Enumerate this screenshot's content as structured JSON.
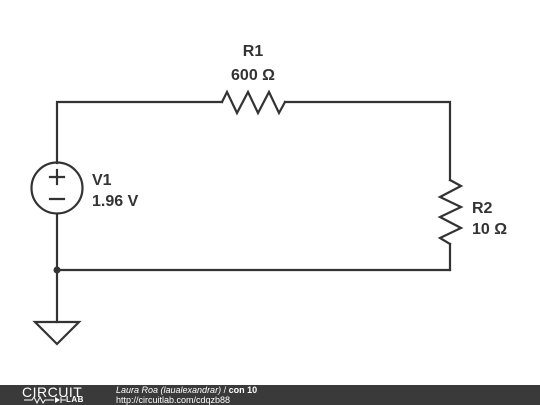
{
  "schematic": {
    "source": {
      "name": "V1",
      "value": "1.96 V"
    },
    "resistors": [
      {
        "name": "R1",
        "value": "600 Ω"
      },
      {
        "name": "R2",
        "value": "10 Ω"
      }
    ],
    "wire_color": "#333333"
  },
  "footer": {
    "logo_word": "CIRCUIT",
    "logo_sub": "LAB",
    "author": "Laura Roa (laualexandrar)",
    "separator": "/",
    "title": "con 10",
    "url": "http://circuitlab.com/cdqzb88",
    "background_color": "#3a3a3a"
  }
}
